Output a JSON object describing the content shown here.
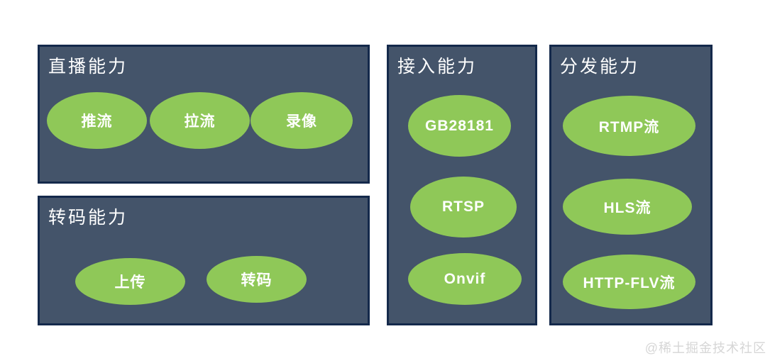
{
  "page": {
    "watermark": "@稀土掘金技术社区"
  },
  "colors": {
    "panel_fill": "#44546a",
    "panel_border": "#14294b",
    "bubble_fill": "#8fc858",
    "text": "#ffffff",
    "watermark_text": "#d6d6d6",
    "page_background": "#ffffff"
  },
  "groups": [
    {
      "id": "live",
      "title": "直播能力",
      "items": [
        "推流",
        "拉流",
        "录像"
      ]
    },
    {
      "id": "transcode",
      "title": "转码能力",
      "items": [
        "上传",
        "转码"
      ]
    },
    {
      "id": "access",
      "title": "接入能力",
      "items": [
        "GB28181",
        "RTSP",
        "Onvif"
      ]
    },
    {
      "id": "distribute",
      "title": "分发能力",
      "items": [
        "RTMP流",
        "HLS流",
        "HTTP-FLV流"
      ]
    }
  ]
}
